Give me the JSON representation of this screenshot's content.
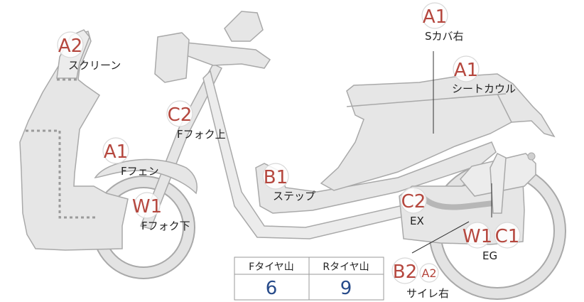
{
  "callouts": [
    {
      "id": "screen",
      "grade": "A2",
      "label": "スクリーン"
    },
    {
      "id": "front-fender",
      "grade": "A1",
      "label": "Fフェン"
    },
    {
      "id": "front-fork-upper",
      "grade": "C2",
      "label": "Fフォク上"
    },
    {
      "id": "front-fork-lower",
      "grade": "W1",
      "label": "Fフォク下"
    },
    {
      "id": "step",
      "grade": "B1",
      "label": "ステップ"
    },
    {
      "id": "side-cover-right",
      "grade": "A1",
      "label": "Sカバ右"
    },
    {
      "id": "seat-cowl",
      "grade": "A1",
      "label": "シートカウル"
    },
    {
      "id": "exhaust",
      "grade": "C2",
      "label": "EX"
    },
    {
      "id": "engine",
      "grade1": "W1",
      "grade2": "C1",
      "label": "EG"
    },
    {
      "id": "muffler-right",
      "grade1": "B2",
      "grade2": "A2",
      "label": "サイレ右"
    }
  ],
  "tread_table": {
    "headers": [
      "Fタイヤ山",
      "Rタイヤ山"
    ],
    "values": [
      "6",
      "9"
    ]
  }
}
